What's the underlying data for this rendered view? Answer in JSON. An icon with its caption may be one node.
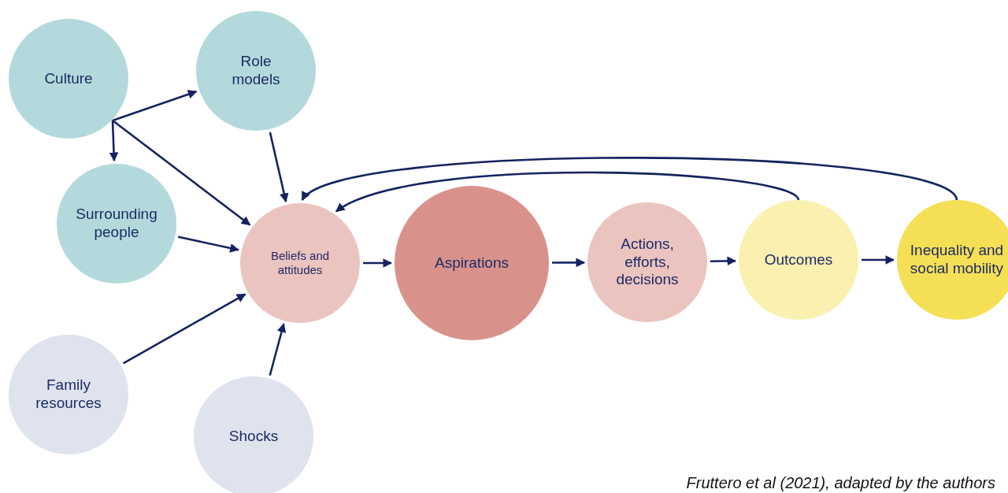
{
  "diagram": {
    "caption": "Fruttero et al (2021), adapted by the authors",
    "nodes": [
      {
        "text": [
          "Culture"
        ]
      },
      {
        "text": [
          "Role models"
        ]
      },
      {
        "text": [
          "Surrounding people"
        ]
      },
      {
        "text": [
          "Beliefs and attitudes"
        ]
      },
      {
        "text": [
          "Aspirations"
        ]
      },
      {
        "text": [
          "Actions, efforts, decisions"
        ]
      },
      {
        "text": [
          "Outcomes"
        ]
      },
      {
        "text": [
          "Inequality and social mobility"
        ]
      },
      {
        "text": [
          "Family resources"
        ]
      },
      {
        "text": [
          "Shocks"
        ]
      }
    ],
    "edges": [
      {
        "from": 0,
        "to": 1,
        "arrow": "to"
      },
      {
        "from": 0,
        "to": 2,
        "arrow": "to"
      },
      {
        "from": 0,
        "to": 3,
        "arrow": "to"
      },
      {
        "from": 1,
        "to": 3,
        "arrow": "to"
      },
      {
        "from": 2,
        "to": 3,
        "arrow": "to"
      },
      {
        "from": 8,
        "to": 3,
        "arrow": "to"
      },
      {
        "from": 9,
        "to": 3,
        "arrow": "to"
      },
      {
        "from": 3,
        "to": 4,
        "arrow": "to"
      },
      {
        "from": 4,
        "to": 5,
        "arrow": "to"
      },
      {
        "from": 5,
        "to": 6,
        "arrow": "to"
      },
      {
        "from": 6,
        "to": 7,
        "arrow": "to"
      },
      {
        "from": 6,
        "to": 3,
        "arrow": "to"
      },
      {
        "from": 7,
        "to": 3,
        "arrow": "to"
      }
    ]
  }
}
